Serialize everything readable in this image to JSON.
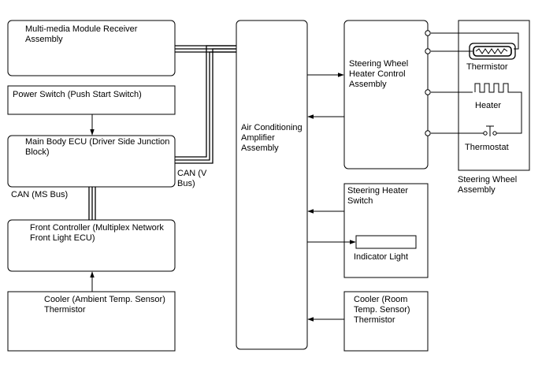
{
  "blocks": {
    "multimedia": "Multi-media Module Receiver Assembly",
    "power_switch": "Power Switch (Push Start Switch)",
    "main_body_ecu": "Main Body ECU (Driver Side Junction Block)",
    "front_controller": "Front Controller (Multiplex Network Front Light ECU)",
    "cooler_ambient": "Cooler (Ambient Temp. Sensor) Thermistor",
    "ac_amplifier": "Air Conditioning Amplifier Assembly",
    "heater_control": "Steering Wheel Heater Control Assembly",
    "heater_switch": "Steering Heater Switch",
    "indicator_light": "Indicator Light",
    "cooler_room": "Cooler (Room Temp. Sensor) Thermistor",
    "steering_wheel_assembly": "Steering Wheel Assembly"
  },
  "components": {
    "thermistor": "Thermistor",
    "heater": "Heater",
    "thermostat": "Thermostat"
  },
  "bus_labels": {
    "can_v": "CAN (V Bus)",
    "can_ms": "CAN (MS Bus)"
  }
}
